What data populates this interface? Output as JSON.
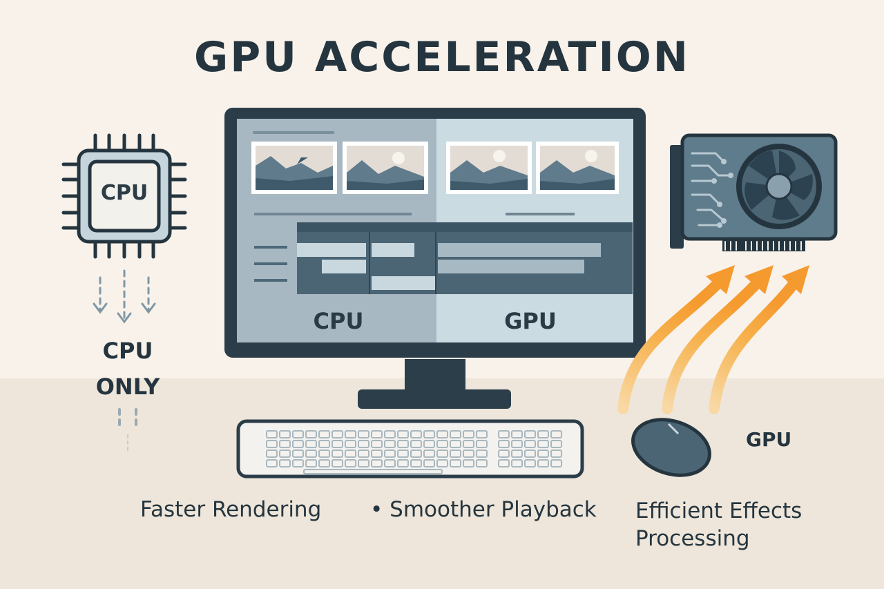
{
  "title": "GPU ACCELERATION",
  "cpu_chip": {
    "label": "CPU"
  },
  "cpu_only": {
    "line1": "CPU",
    "line2": "ONLY"
  },
  "monitor": {
    "left_label": "CPU",
    "right_label": "GPU"
  },
  "peripheral_label": "GPU",
  "benefits": [
    {
      "text": "Faster Rendering"
    },
    {
      "text": "• Smoother Playback"
    },
    {
      "line1": "Efficient Effects",
      "line2": "Processing"
    }
  ],
  "colors": {
    "background": "#f8f2ea",
    "floor": "#eee6da",
    "dark": "#25353f",
    "slate": "#4d6878",
    "panel_light": "#c9d8df",
    "panel_mid": "#9fb2bc",
    "accent_orange": "#f6a43a"
  },
  "icons": [
    "cpu-chip-icon",
    "monitor-icon",
    "gpu-card-icon",
    "keyboard-icon",
    "mouse-icon",
    "arrow-down-icon",
    "arrow-up-icon"
  ]
}
